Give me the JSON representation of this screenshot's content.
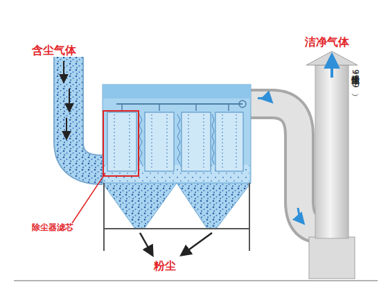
{
  "diagram": {
    "labels": [
      "含尘气体",
      "洁净气体",
      "干净气体（除尘达99.9）",
      "除尘器滤芯",
      "粉尘"
    ]
  }
}
